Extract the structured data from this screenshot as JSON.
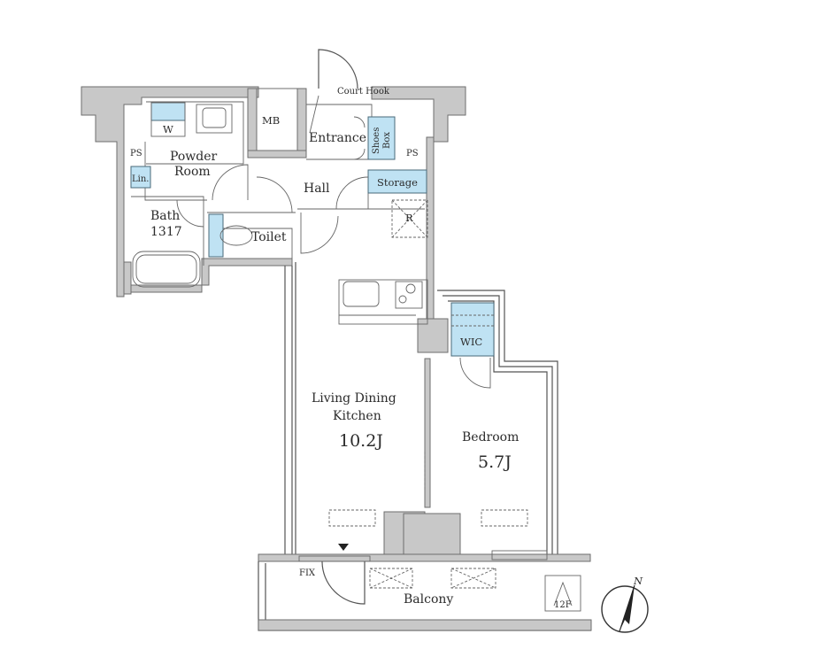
{
  "rooms": {
    "court_hook": "Court Hook",
    "mb": "MB",
    "entrance": "Entrance",
    "shoes_box_line1": "Shoes",
    "shoes_box_line2": "Box",
    "ps_left": "PS",
    "ps_right": "PS",
    "washer": "W",
    "powder_room_line1": "Powder",
    "powder_room_line2": "Room",
    "linen": "Lin.",
    "hall": "Hall",
    "storage": "Storage",
    "refrigerator": "R",
    "bath": "Bath",
    "bath_size": "1317",
    "toilet": "Toilet",
    "wic": "WIC",
    "ldk_line1": "Living Dining",
    "ldk_line2": "Kitchen",
    "ldk_area": "10.2J",
    "bedroom": "Bedroom",
    "bedroom_area": "5.7J",
    "fix": "FIX",
    "balcony": "Balcony",
    "floor": "12F"
  },
  "compass": {
    "label": "N"
  },
  "colors": {
    "wall": "#c8c8c8",
    "fixture": "#bfe2f3",
    "line": "#555555"
  }
}
